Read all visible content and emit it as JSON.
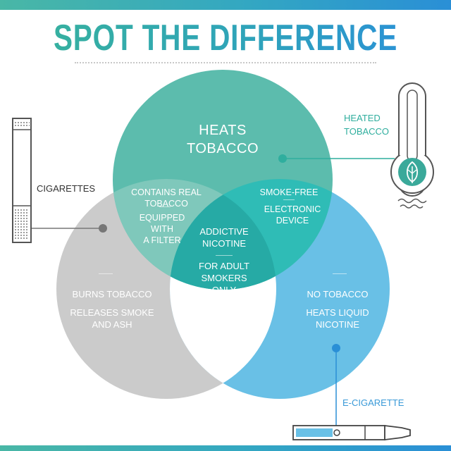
{
  "title": "SPOT THE DIFFERENCE",
  "colors": {
    "heated": "#5cbcad",
    "cigarette": "#cbcbcb",
    "ecig": "#69c0e6",
    "center": "#26aaa5"
  },
  "labels": {
    "heated_tobacco": "HEATED\nTOBACCO",
    "cigarettes": "CIGARETTES",
    "e_cigarette": "E-CIGARETTE"
  },
  "regions": {
    "heated_only": "HEATS\nTOBACCO",
    "cig_heated_1": "CONTAINS REAL\nTOBACCO",
    "cig_heated_2": "EQUIPPED\nWITH\nA FILTER",
    "heated_ecig_1": "SMOKE-FREE",
    "heated_ecig_2": "ELECTRONIC\nDEVICE",
    "center_1": "ADDICTIVE\nNICOTINE",
    "center_2": "FOR ADULT\nSMOKERS\nONLY",
    "cig_only_1": "BURNS TOBACCO",
    "cig_only_2": "RELEASES SMOKE\nAND ASH",
    "ecig_only_1": "NO TOBACCO",
    "ecig_only_2": "HEATS LIQUID\nNICOTINE"
  },
  "icons": {
    "thermometer": "thermometer-leaf-icon",
    "cigarette": "cigarette-icon",
    "ecig": "e-cigarette-icon"
  }
}
